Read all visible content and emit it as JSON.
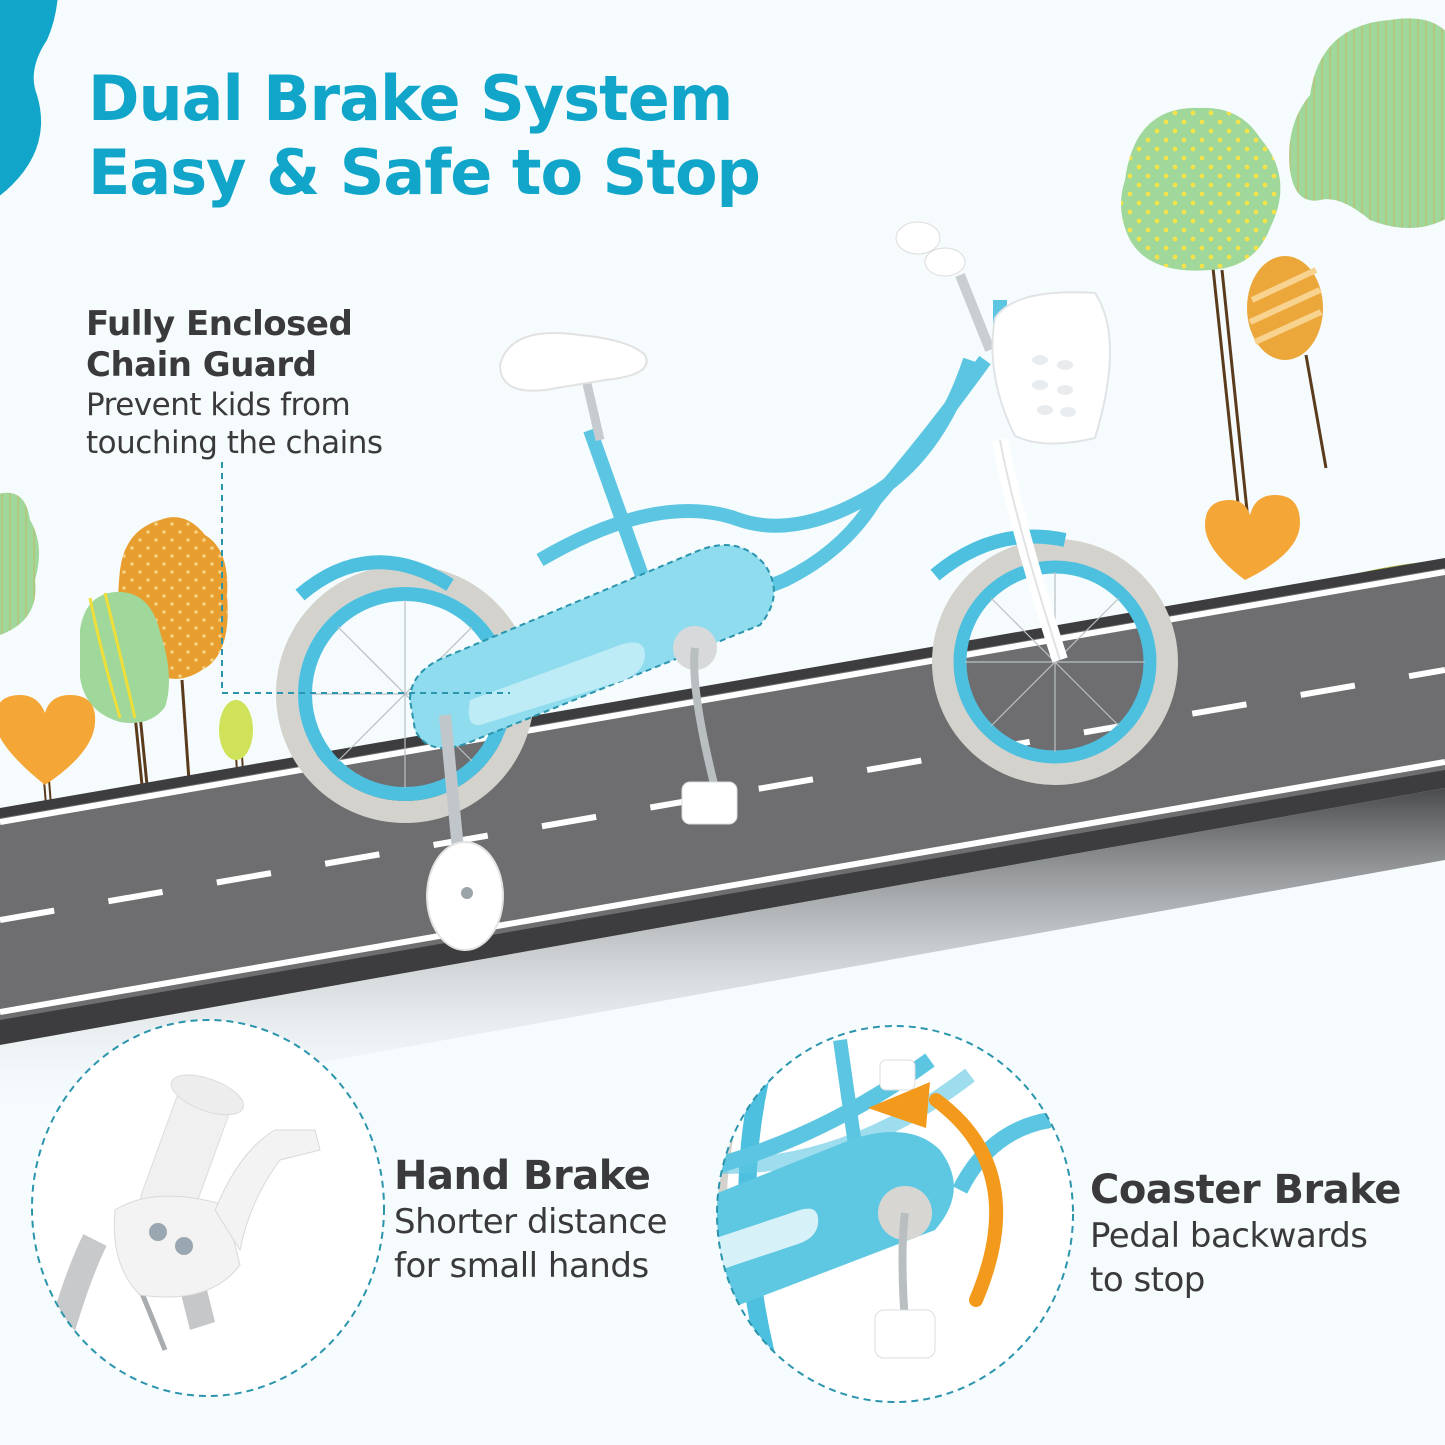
{
  "headline": {
    "line1": "Dual Brake System",
    "line2": "Easy & Safe to Stop"
  },
  "features": [
    {
      "id": "chain-guard",
      "title_line1": "Fully Enclosed",
      "title_line2": "Chain Guard",
      "desc_line1": "Prevent kids from",
      "desc_line2": "touching the chains"
    },
    {
      "id": "hand-brake",
      "title": "Hand Brake",
      "desc_line1": "Shorter distance",
      "desc_line2": "for small hands"
    },
    {
      "id": "coaster-brake",
      "title": "Coaster Brake",
      "desc_line1": "Pedal backwards",
      "desc_line2": "to stop"
    }
  ],
  "colors": {
    "brand_teal": "#10a5c9",
    "text_dark": "#3a3a3c",
    "bike_blue": "#5cc6e2",
    "road_gray": "#6e6e70",
    "arrow_orange": "#f39a1c",
    "callout_dash": "#2a95ad"
  },
  "icons": {
    "corner_blob": "teal-blob-decoration",
    "coaster_arrow": "curved-arrow-icon"
  }
}
